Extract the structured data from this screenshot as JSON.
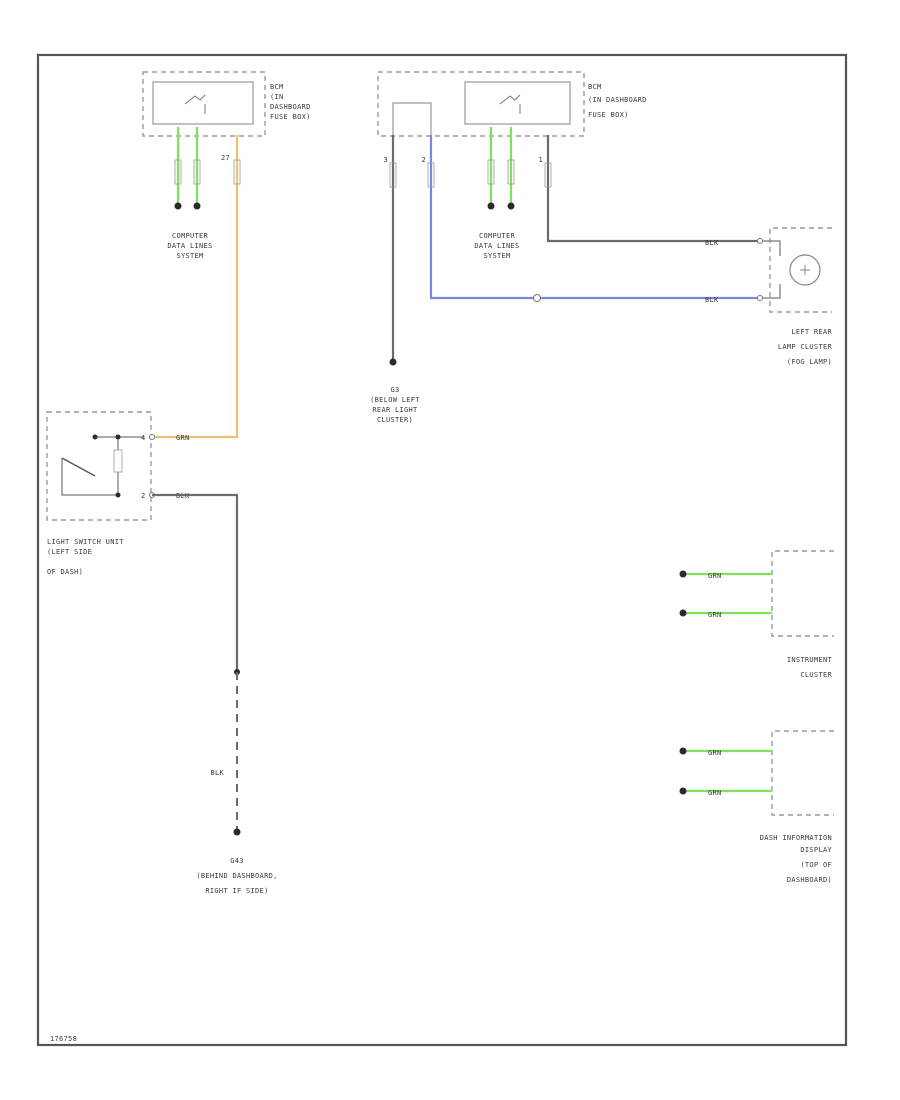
{
  "bcm_left": {
    "lines": [
      "BCM",
      "(IN",
      "DASHBOARD",
      "FUSE BOX)"
    ],
    "pin": "27"
  },
  "bcm_right": {
    "lines": [
      "BCM",
      "(IN DASHBOARD",
      "FUSE BOX)"
    ],
    "pins": [
      "3",
      "2",
      "1"
    ]
  },
  "data_links_left": [
    "COMPUTER",
    "DATA LINES",
    "SYSTEM"
  ],
  "data_links_right": [
    "COMPUTER",
    "DATA LINES",
    "SYSTEM"
  ],
  "ground_g3": [
    "G3",
    "(BELOW LEFT",
    "REAR LIGHT",
    "CLUSTER)"
  ],
  "ground_g43": [
    "G43",
    "(BEHIND DASHBOARD,",
    "RIGHT IF SIDE)"
  ],
  "lamp": {
    "lines": [
      "LEFT REAR",
      "LAMP CLUSTER",
      "(FOG LAMP)"
    ],
    "wire1": "BLK",
    "wire2": "BLK"
  },
  "light_switch": {
    "lines": [
      "LIGHT SWITCH UNIT",
      "(LEFT SIDE",
      "OF DASH)"
    ],
    "wire_top": "GRN",
    "wire_bottom": "BLK",
    "pin_top": "4",
    "pin_bottom": "2"
  },
  "ground_wire_label": "BLK",
  "instrument_cluster": {
    "lines": [
      "INSTRUMENT",
      "CLUSTER"
    ],
    "wire1": "GRN",
    "wire2": "GRN"
  },
  "info_display": {
    "lines": [
      "DASH INFORMATION",
      "DISPLAY",
      "(TOP OF",
      "DASHBOARD)"
    ],
    "wire1": "GRN",
    "wire2": "GRN"
  },
  "footer_id": "176758",
  "colors": {
    "green": "#7ee35a",
    "yellow": "#e8c470",
    "blue": "#7a86e8",
    "gray": "#6b6b6b"
  }
}
